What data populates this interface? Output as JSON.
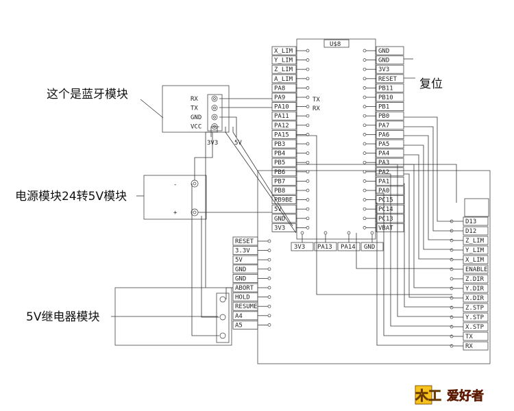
{
  "annotations": {
    "bluetooth": "这个是蓝牙模块",
    "power": "电源模块24转5V模块",
    "relay": "5V继电器模块",
    "reset": "复位"
  },
  "mcu": {
    "top_label": "U$8",
    "left_pins": [
      "X_LIM",
      "Y_LIM",
      "Z_LIM",
      "A_LIM",
      "PA8",
      "PA9",
      "PA10",
      "PA11",
      "PA12",
      "PA15",
      "PB3",
      "PB4",
      "PB5",
      "PB6",
      "PB7",
      "PB8",
      "PB9BE",
      "5V",
      "GND",
      "3V3"
    ],
    "right_pins": [
      "GND",
      "GND",
      "3V3",
      "RESET",
      "PB11",
      "PB10",
      "PB1",
      "PB0",
      "PA7",
      "PA6",
      "PA5",
      "PA4",
      "PA3",
      "PA2",
      "PA1",
      "PA0",
      "PC15",
      "PC14",
      "PC13",
      "VBAT"
    ],
    "tx_label": "TX",
    "rx_label": "RX",
    "bottom_pins": [
      "3V3",
      "PA13",
      "PA14",
      "GND"
    ]
  },
  "bluetooth": {
    "pins": [
      "RX",
      "TX",
      "GND",
      "VCC"
    ],
    "side_labels": [
      "3V3",
      "5V"
    ]
  },
  "power": {
    "minus": "-",
    "plus": "+"
  },
  "cnc": {
    "left_pins": [
      "RESET",
      "3.3V",
      "5V",
      "GND",
      "GND",
      "ABORT",
      "HOLD",
      "RESUME",
      "A4",
      "A5"
    ],
    "right_pins": [
      "D13",
      "D12",
      "Z_LIM",
      "Y_LIM",
      "X_LIM",
      "ENABLE",
      "Z.DIR",
      "Y.DIR",
      "X.DIR",
      "Z.STP",
      "Y.STP",
      "X.STP",
      "TX",
      "RX"
    ]
  },
  "logo": {
    "part1": "木工",
    "part2": "爱好者"
  }
}
